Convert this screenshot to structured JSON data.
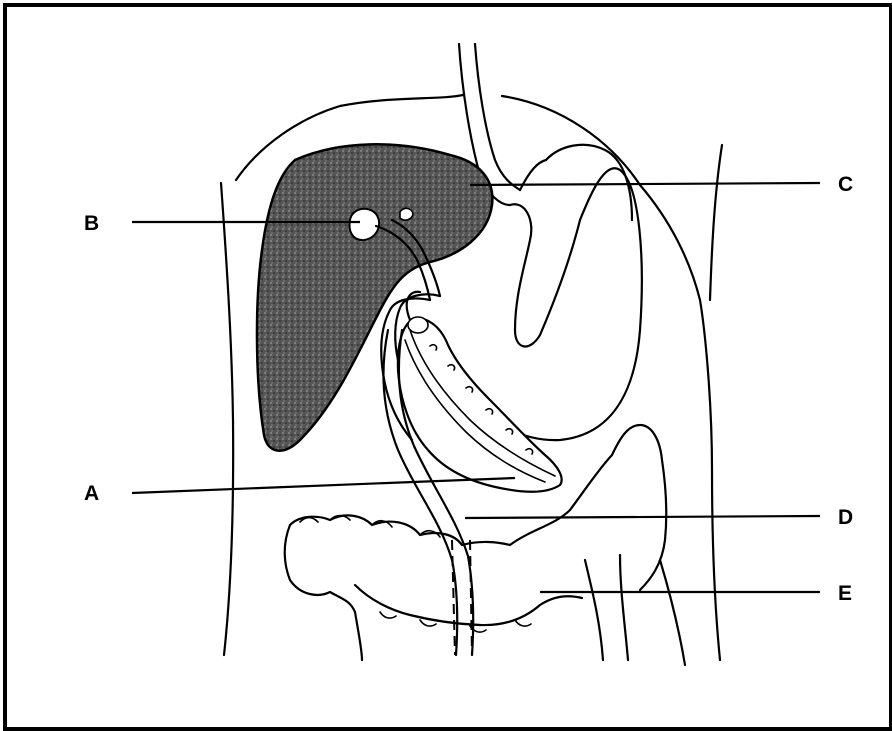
{
  "labels": {
    "a": "A",
    "b": "B",
    "c": "C",
    "d": "D",
    "e": "E"
  },
  "colors": {
    "ink": "#000000",
    "liver_fill": "#3a3a3a",
    "background": "#ffffff"
  }
}
